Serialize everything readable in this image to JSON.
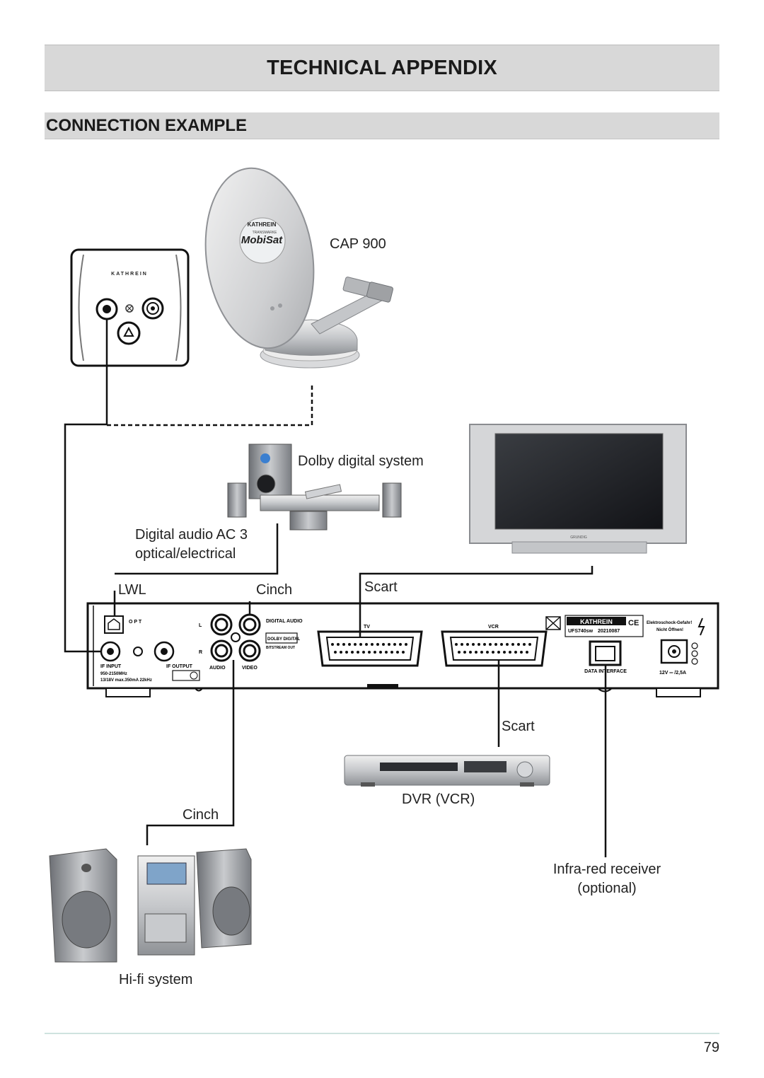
{
  "header": {
    "title": "TECHNICAL APPENDIX"
  },
  "section": {
    "title": "CONNECTION EXAMPLE"
  },
  "devices": {
    "antenna": "CAP 900",
    "antenna_brand": "KATHREIN",
    "antenna_logo": "MobiSat",
    "antenna_logo_small": "TRANSMARKE",
    "wall_socket_brand": "KATHREIN",
    "dolby": "Dolby digital system",
    "dvr": "DVR (VCR)",
    "hifi": "Hi-fi system",
    "ir": {
      "line1": "Infra-red receiver",
      "line2": "(optional)"
    },
    "tv_brand": "GRUNDIG"
  },
  "connectors": {
    "digital_audio": {
      "line1": "Digital audio AC 3",
      "line2": "optical/electrical"
    },
    "lwl": "LWL",
    "cinch_top": "Cinch",
    "scart_top": "Scart",
    "scart_dvr": "Scart",
    "cinch_hifi": "Cinch"
  },
  "receiver_panel": {
    "opt": "O P T",
    "if_input": "IF INPUT",
    "if_output": "IF OUTPUT",
    "spec1": "950-2150MHz",
    "spec2": "13/18V  max.350mA  22kHz",
    "ch_l": "L",
    "ch_r": "R",
    "audio": "AUDIO",
    "video": "VIDEO",
    "digital_audio": "DIGITAL AUDIO",
    "dolby_digital": "DOLBY DIGITAL",
    "bitstream": "BITSTREAM OUT",
    "tv": "TV",
    "vcr": "VCR",
    "brand": "KATHREIN",
    "model": "UFS740sw",
    "serial": "20210087",
    "warning1": "Elektroschock-Gefahr!",
    "warning2": "Nicht Öffnen!",
    "data_interface": "DATA INTERFACE",
    "power": "12V ═ /2,5A"
  },
  "footer": {
    "page_number": "79"
  },
  "colors": {
    "header_bg": "#d8d8d8",
    "line": "#111111"
  }
}
